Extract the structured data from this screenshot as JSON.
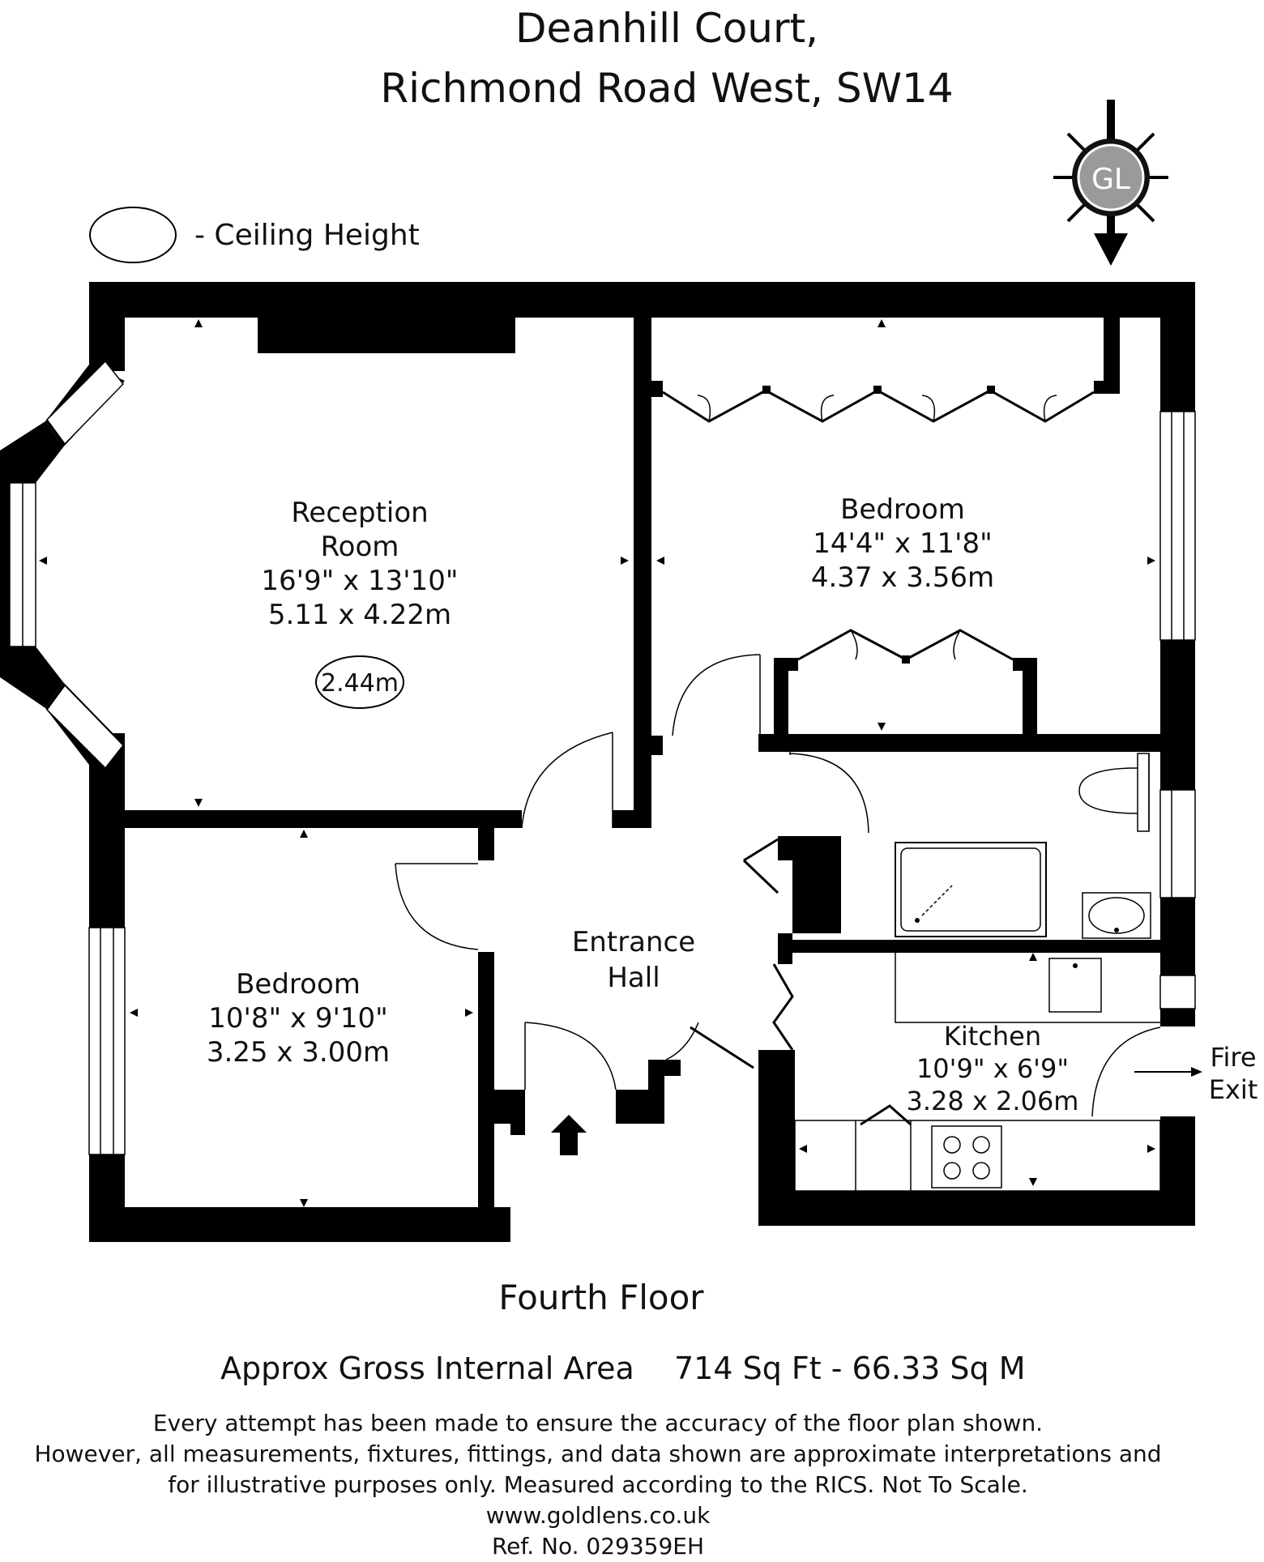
{
  "header": {
    "title_line1": "Deanhill Court,",
    "title_line2": "Richmond Road West, SW14"
  },
  "compass": {
    "badge": "GL"
  },
  "legend": {
    "label": "- Ceiling Height"
  },
  "rooms": {
    "reception": {
      "name1": "Reception",
      "name2": "Room",
      "imperial": "16'9\" x 13'10\"",
      "metric": "5.11 x 4.22m",
      "ceiling": "2.44m"
    },
    "bedroom1": {
      "name": "Bedroom",
      "imperial": "14'4\" x 11'8\"",
      "metric": "4.37 x 3.56m"
    },
    "bedroom2": {
      "name": "Bedroom",
      "imperial": "10'8\" x 9'10\"",
      "metric": "3.25 x 3.00m"
    },
    "hall": {
      "name1": "Entrance",
      "name2": "Hall"
    },
    "kitchen": {
      "name": "Kitchen",
      "imperial": "10'9\" x 6'9\"",
      "metric": "3.28 x 2.06m"
    },
    "fire_exit": {
      "line1": "Fire",
      "line2": "Exit"
    }
  },
  "footer": {
    "floor": "Fourth Floor",
    "area_label": "Approx Gross Internal Area",
    "area_value": "714 Sq Ft - 66.33 Sq M",
    "disclaimer1": "Every attempt has been made to ensure the accuracy of the floor plan shown.",
    "disclaimer2": "However, all measurements, fixtures, fittings, and data shown are approximate interpretations and",
    "disclaimer3": "for illustrative purposes only. Measured according to the RICS. Not To Scale.",
    "website": "www.goldlens.co.uk",
    "reference": "Ref. No. 029359EH"
  }
}
